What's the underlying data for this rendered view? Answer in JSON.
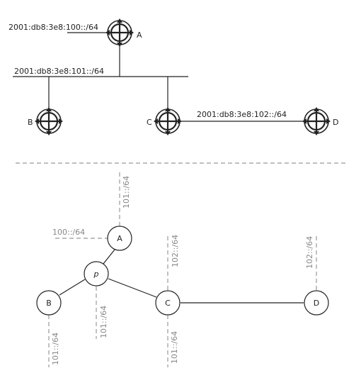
{
  "top": {
    "routers": {
      "a": {
        "label": "A"
      },
      "b": {
        "label": "B"
      },
      "c": {
        "label": "C"
      },
      "d": {
        "label": "D"
      }
    },
    "networks": {
      "n100": "2001:db8:3e8:100::/64",
      "n101": "2001:db8:3e8:101::/64",
      "n102": "2001:db8:3e8:102::/64"
    },
    "router_icon": "router-icon"
  },
  "bottom": {
    "nodes": {
      "a": "A",
      "p": "p",
      "b": "B",
      "c": "C",
      "d": "D"
    },
    "stubs": {
      "a_101": "101::/64",
      "a_100": "100::/64",
      "c_102": "102::/64",
      "d_102": "102::/64",
      "p_101": "101::/64",
      "b_101": "101::/64",
      "c_101": "101::/64"
    }
  },
  "colors": {
    "ink": "#222222",
    "stub": "#999999",
    "stub_text": "#888888"
  }
}
